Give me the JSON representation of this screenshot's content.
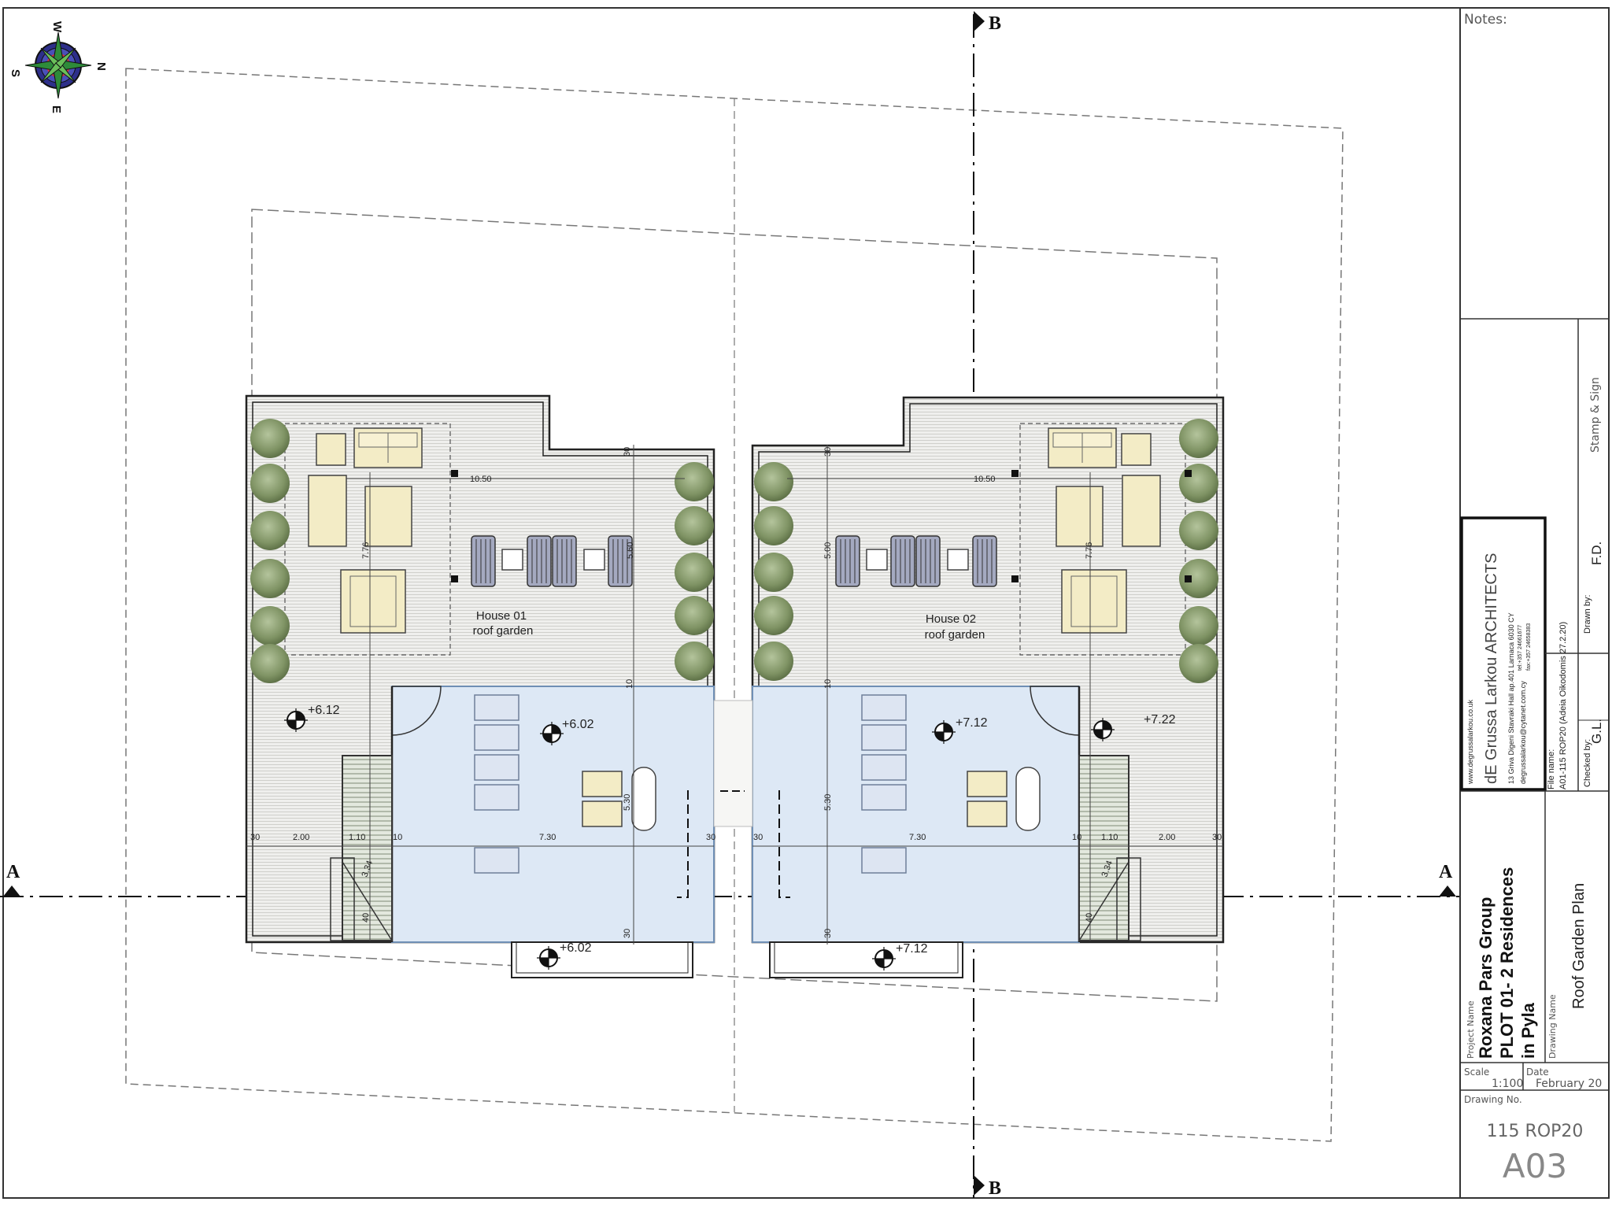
{
  "compass": {
    "north": "N",
    "south": "S",
    "east": "E",
    "west": "W"
  },
  "section_markers": {
    "a": "A",
    "b": "B"
  },
  "house01": {
    "label": "House 01",
    "sublabel": "roof garden",
    "levels": [
      "+6.12",
      "+6.02",
      "+6.02"
    ],
    "dims": [
      "10.50",
      "7.76",
      "5.60",
      "2.00",
      "1.10",
      "7.30",
      "5.30",
      "3.34",
      "30",
      "30",
      "30",
      "30",
      "40",
      "10",
      "10"
    ]
  },
  "house02": {
    "label": "House 02",
    "sublabel": "roof garden",
    "levels": [
      "+7.22",
      "+7.12",
      "+7.12"
    ],
    "dims": [
      "10.50",
      "7.76",
      "5.00",
      "2.00",
      "1.10",
      "7.30",
      "5.30",
      "3.34",
      "30",
      "30",
      "30",
      "30",
      "40",
      "10",
      "10"
    ]
  },
  "title_block": {
    "notes_label": "Notes:",
    "stamp_label": "Stamp & Sign",
    "firm_website": "www.degrussalarkou.co.uk",
    "firm_name": "dE Grussa Larkou ARCHITECTS",
    "firm_address": "13 Griva Digeni Stavraki Hall ap.401 Larnaca 6030 CY",
    "firm_tel": "tel:+357 24661677",
    "firm_fax": "fax:+357 24658383",
    "firm_email": "degrussalarkou@cytanet.com.cy",
    "file_name_label": "File name:",
    "file_name": "A01-115 ROP20 (Adeia Oikodomis 27.2.20)",
    "drawn_by_label": "Drawn by:",
    "drawn_by": "F.D.",
    "checked_by_label": "Checked by:",
    "checked_by": "G.L.",
    "project_name_label": "Project Name",
    "project_line1": "Roxana Pars Group",
    "project_line2": "PLOT 01- 2 Residences",
    "project_line3": "in Pyla",
    "drawing_name_label": "Drawing Name",
    "drawing_name": "Roof Garden Plan",
    "scale_label": "Scale",
    "scale": "1:100",
    "date_label": "Date",
    "date": "February 20",
    "drawing_no_label": "Drawing No.",
    "drawing_no": "115 ROP20",
    "sheet_no": "A03"
  },
  "colors": {
    "roof_fill": "#ececea",
    "glass_fill": "#dde8f5",
    "glass_line": "#6f8fb5",
    "furniture_fill": "#f3ecc6",
    "chair_fill": "#9aa0b8",
    "tree_fill": "#8a9d6e",
    "line": "#333333"
  }
}
